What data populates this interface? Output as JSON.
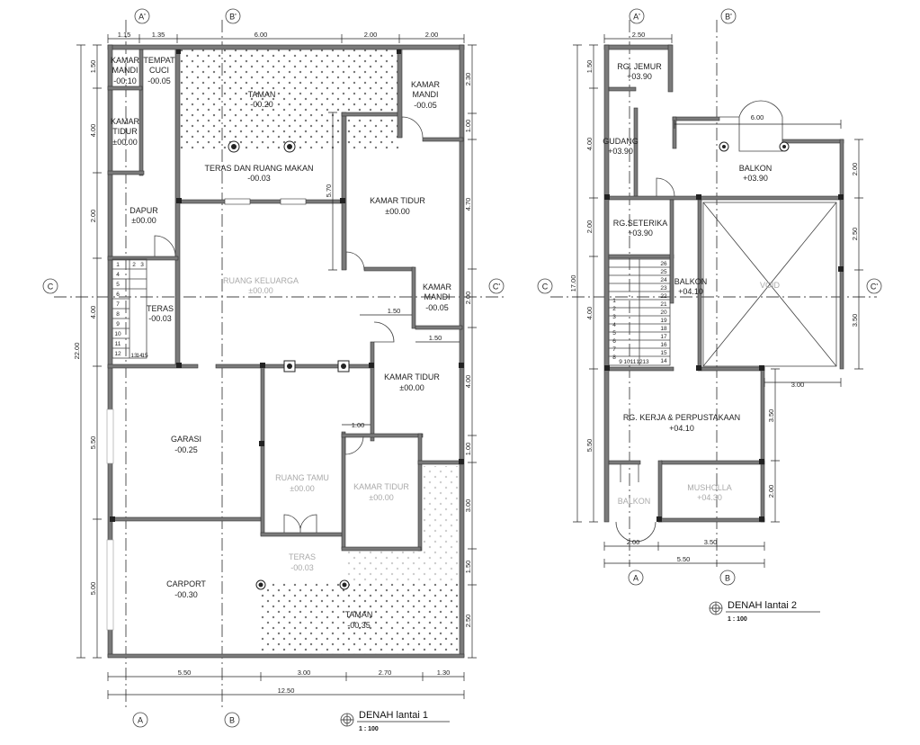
{
  "plans": [
    {
      "title": "DENAH lantai 1",
      "scale": "1 : 100",
      "rooms": [
        {
          "name": "KAMAR MANDI",
          "lines": [
            "KAMAR",
            "MANDI"
          ],
          "level": "-00.10"
        },
        {
          "name": "TEMPAT CUCI",
          "lines": [
            "TEMPAT",
            "CUCI"
          ],
          "level": "-00.05"
        },
        {
          "name": "TAMAN",
          "lines": [
            "TAMAN"
          ],
          "level": "-00.20"
        },
        {
          "name": "KAMAR MANDI",
          "lines": [
            "KAMAR",
            "MANDI"
          ],
          "level": "-00.05"
        },
        {
          "name": "KAMAR TIDUR",
          "lines": [
            "KAMAR",
            "TIDUR"
          ],
          "level": "±00.00"
        },
        {
          "name": "TERAS DAN RUANG MAKAN",
          "lines": [
            "TERAS DAN RUANG MAKAN"
          ],
          "level": "-00.03"
        },
        {
          "name": "KAMAR TIDUR",
          "lines": [
            "KAMAR TIDUR"
          ],
          "level": "±00.00"
        },
        {
          "name": "DAPUR",
          "lines": [
            "DAPUR"
          ],
          "level": "±00.00"
        },
        {
          "name": "RUANG KELUARGA",
          "lines": [
            "RUANG KELUARGA"
          ],
          "level": "±00.00"
        },
        {
          "name": "TERAS",
          "lines": [
            "TERAS"
          ],
          "level": "-00.03"
        },
        {
          "name": "KAMAR MANDI",
          "lines": [
            "KAMAR",
            "MANDI"
          ],
          "level": "-00.05"
        },
        {
          "name": "KAMAR TIDUR",
          "lines": [
            "KAMAR TIDUR"
          ],
          "level": "±00.00"
        },
        {
          "name": "GARASI",
          "lines": [
            "GARASI"
          ],
          "level": "-00.25"
        },
        {
          "name": "RUANG TAMU",
          "lines": [
            "RUANG TAMU"
          ],
          "level": "±00.00"
        },
        {
          "name": "KAMAR TIDUR",
          "lines": [
            "KAMAR TIDUR"
          ],
          "level": "±00.00"
        },
        {
          "name": "TERAS",
          "lines": [
            "TERAS"
          ],
          "level": "-00.03"
        },
        {
          "name": "CARPORT",
          "lines": [
            "CARPORT"
          ],
          "level": "-00.30"
        },
        {
          "name": "TAMAN",
          "lines": [
            "TAMAN"
          ],
          "level": "-00.35"
        }
      ],
      "dims_top": [
        "1.15",
        "1.35",
        "6.00",
        "2.00",
        "2.00"
      ],
      "dims_bottom": [
        "5.50",
        "3.00",
        "2.70",
        "1.30"
      ],
      "dim_total_bottom": "12.50",
      "dims_left": [
        "1.50",
        "4.00",
        "2.00",
        "4.00",
        "5.50",
        "5.00"
      ],
      "dim_total_left": "22.00",
      "dims_right": [
        "2.30",
        "1.00",
        "4.70",
        "2.00",
        "4.00",
        "1.00",
        "3.00",
        "1.50",
        "2.50"
      ],
      "dims_inner": [
        "5.70",
        "1.50",
        "1.50",
        "1.00"
      ],
      "stair_numbers": [
        "1",
        "2",
        "3",
        "4",
        "5",
        "6",
        "7",
        "8",
        "9",
        "10",
        "11",
        "12",
        "13",
        "14",
        "15"
      ],
      "grid_labels": [
        "A'",
        "B'",
        "C",
        "C'",
        "A",
        "B"
      ]
    },
    {
      "title": "DENAH lantai 2",
      "scale": "1 : 100",
      "rooms": [
        {
          "name": "RG. JEMUR",
          "lines": [
            "RG. JEMUR"
          ],
          "level": "+03.90"
        },
        {
          "name": "GUDANG",
          "lines": [
            "GUDANG"
          ],
          "level": "+03.90"
        },
        {
          "name": "BALKON",
          "lines": [
            "BALKON"
          ],
          "level": "+03.90"
        },
        {
          "name": "RG.SETERIKA",
          "lines": [
            "RG.SETERIKA"
          ],
          "level": "+03.90"
        },
        {
          "name": "BALKON",
          "lines": [
            "BALKON"
          ],
          "level": "+04.10"
        },
        {
          "name": "VOID",
          "lines": [
            "VOID"
          ],
          "level": ""
        },
        {
          "name": "RG. KERJA & PERPUSTAKAAN",
          "lines": [
            "RG. KERJA & PERPUSTAKAAN"
          ],
          "level": "+04.10"
        },
        {
          "name": "BALKON",
          "lines": [
            "BALKON"
          ],
          "level": ""
        },
        {
          "name": "MUSHOLLA",
          "lines": [
            "MUSHOLLA"
          ],
          "level": "+04.30"
        }
      ],
      "dims_top": [
        "2.50",
        "6.00"
      ],
      "dims_bottom": [
        "2.00",
        "3.50"
      ],
      "dim_total_bottom": "5.50",
      "dims_left": [
        "1.50",
        "4.00",
        "2.00",
        "4.00",
        "5.50"
      ],
      "dim_total_left": "17.00",
      "dims_right": [
        "2.00",
        "2.50",
        "3.50",
        "3.50",
        "2.00"
      ],
      "dims_inner": [
        "3.00"
      ],
      "stair_numbers_left": [
        "1",
        "2",
        "3",
        "4",
        "5",
        "6",
        "7",
        "8",
        "9",
        "10",
        "11",
        "12",
        "13"
      ],
      "stair_numbers_right": [
        "26",
        "25",
        "24",
        "23",
        "22",
        "21",
        "20",
        "19",
        "18",
        "17",
        "16",
        "15",
        "14"
      ],
      "grid_labels": [
        "A'",
        "B'",
        "C",
        "C'",
        "A",
        "B"
      ]
    }
  ]
}
